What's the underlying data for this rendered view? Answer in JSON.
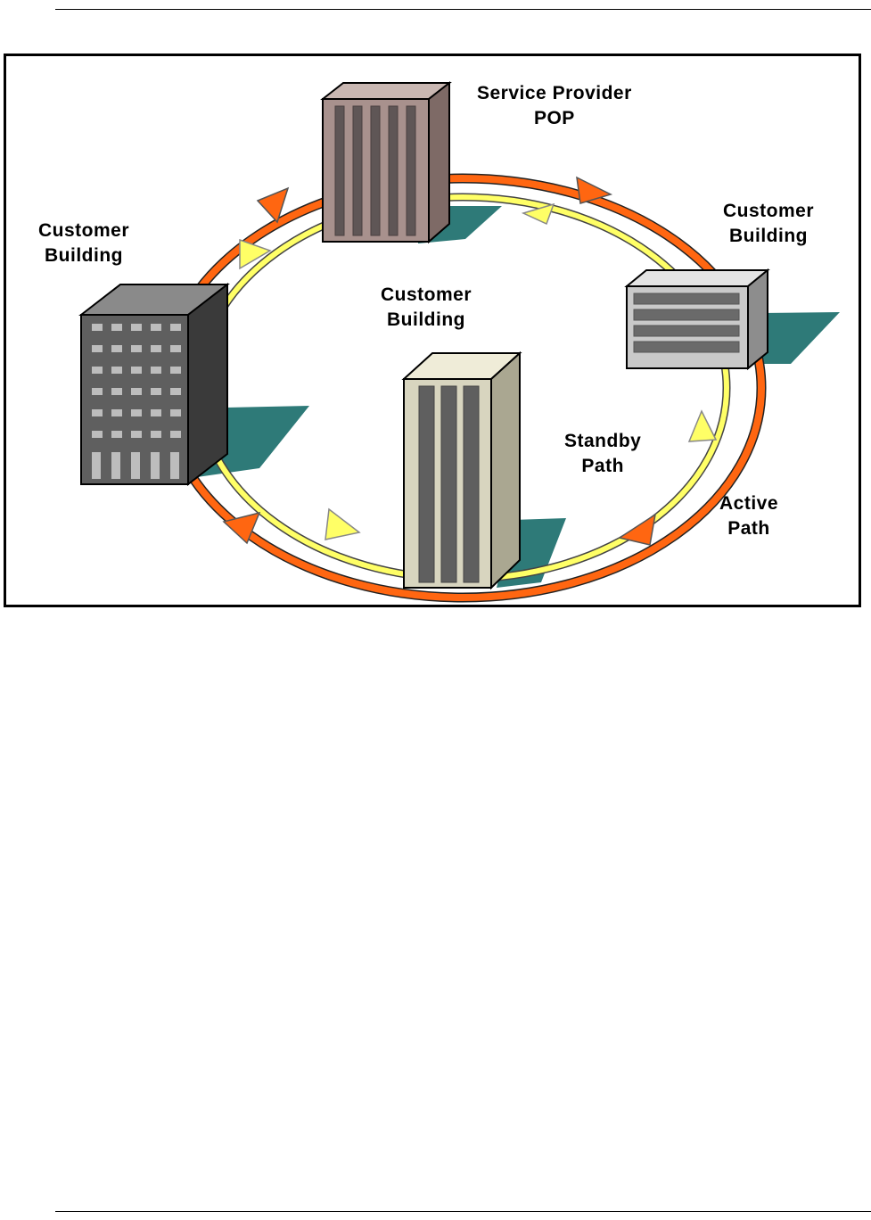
{
  "diagram": {
    "nodes": [
      {
        "id": "pop",
        "label_line1": "Service Provider",
        "label_line2": "POP",
        "icon": "building-icon"
      },
      {
        "id": "cb-left",
        "label_line1": "Customer",
        "label_line2": "Building",
        "icon": "building-icon"
      },
      {
        "id": "cb-right",
        "label_line1": "Customer",
        "label_line2": "Building",
        "icon": "building-icon"
      },
      {
        "id": "cb-center",
        "label_line1": "Customer",
        "label_line2": "Building",
        "icon": "building-icon"
      }
    ],
    "paths": {
      "standby": {
        "label_line1": "Standby",
        "label_line2": "Path",
        "color": "#ffff66"
      },
      "active": {
        "label_line1": "Active",
        "label_line2": "Path",
        "color": "#ff6611"
      }
    },
    "colors": {
      "shadow": "#2e7a78",
      "pop_building": "#a8918d",
      "left_building": "#5f5f5f",
      "right_building": "#c9c9c9",
      "center_building": "#d8d5bf"
    }
  }
}
